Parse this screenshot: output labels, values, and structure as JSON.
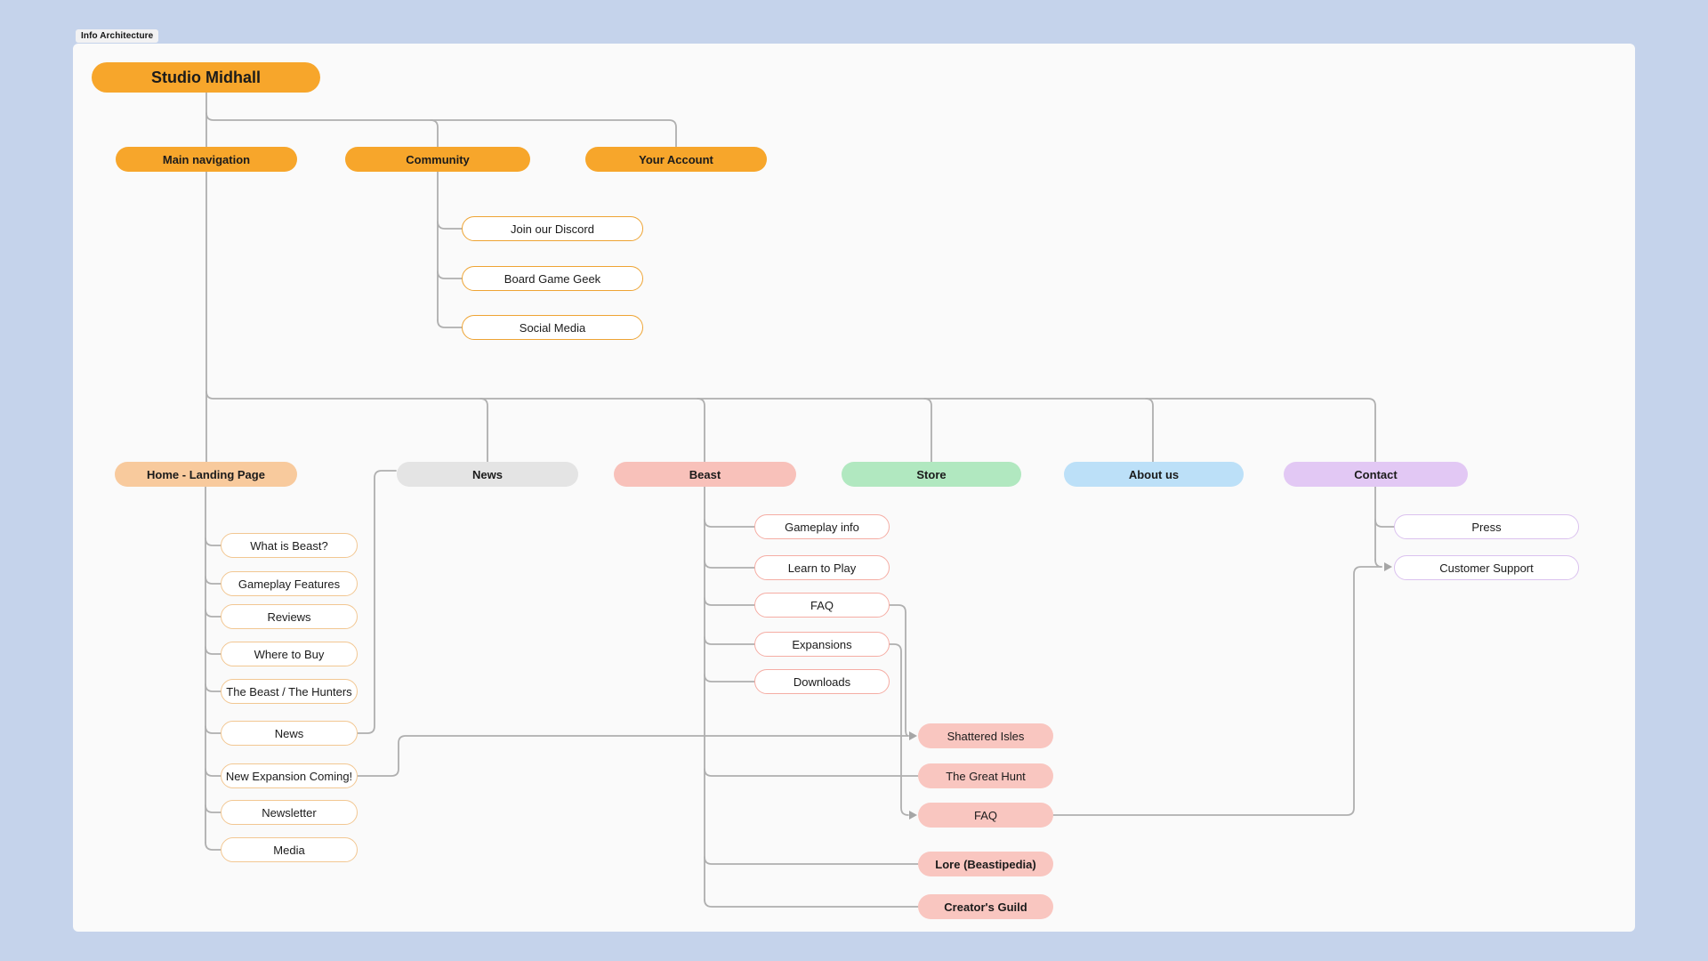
{
  "page": {
    "tag_label": "Info Architecture"
  },
  "colors": {
    "page_background": "#C5D3EB",
    "canvas_background": "#FAFAFA",
    "brand_orange": "#F7A62B",
    "connector_gray": "#AFAFAF",
    "outline_orange": "#EEA434",
    "outline_tan": "#F2C792",
    "outline_pink": "#F5ADA4",
    "outline_purple": "#DBC2EF",
    "pink_fill": "#F9C6C0"
  },
  "root": {
    "label": "Studio Midhall"
  },
  "nav": [
    {
      "label": "Main navigation"
    },
    {
      "label": "Community"
    },
    {
      "label": "Your Account"
    }
  ],
  "community": {
    "children": [
      {
        "label": "Join our Discord"
      },
      {
        "label": "Board Game Geek"
      },
      {
        "label": "Social Media"
      }
    ]
  },
  "categories": [
    {
      "label": "Home - Landing Page",
      "fill": "#F8CA9D"
    },
    {
      "label": "News",
      "fill": "#E4E4E4"
    },
    {
      "label": "Beast",
      "fill": "#F8C1BA"
    },
    {
      "label": "Store",
      "fill": "#B1E8C0"
    },
    {
      "label": "About us",
      "fill": "#BCE0F8"
    },
    {
      "label": "Contact",
      "fill": "#E2C8F4"
    }
  ],
  "home": {
    "children": [
      {
        "label": "What is Beast?"
      },
      {
        "label": "Gameplay Features"
      },
      {
        "label": "Reviews"
      },
      {
        "label": "Where to Buy"
      },
      {
        "label": "The Beast / The Hunters"
      },
      {
        "label": "News"
      },
      {
        "label": "New Expansion Coming!"
      },
      {
        "label": "Newsletter"
      },
      {
        "label": "Media"
      }
    ]
  },
  "beast": {
    "children": [
      {
        "label": "Gameplay info"
      },
      {
        "label": "Learn to Play"
      },
      {
        "label": "FAQ"
      },
      {
        "label": "Expansions"
      },
      {
        "label": "Downloads"
      }
    ],
    "pages": [
      {
        "label": "Shattered Isles"
      },
      {
        "label": "The Great Hunt"
      },
      {
        "label": "FAQ"
      },
      {
        "label": "Lore (Beastipedia)"
      },
      {
        "label": "Creator's Guild"
      }
    ]
  },
  "contact": {
    "children": [
      {
        "label": "Press"
      },
      {
        "label": "Customer Support"
      }
    ]
  }
}
